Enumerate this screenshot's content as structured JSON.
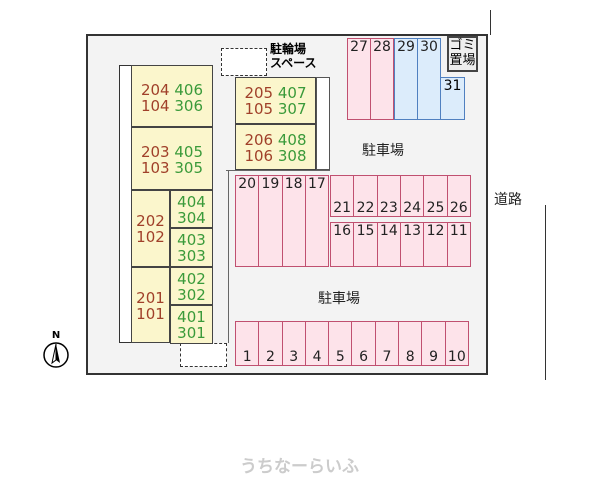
{
  "parking_label": "駐車場",
  "road_label": "道路",
  "bike_label": [
    "駐輪場",
    "スペース"
  ],
  "garbage_label": [
    "ゴミ",
    "置場"
  ],
  "compass": "N",
  "watermark": "うちなーらいふ",
  "units_left": [
    [
      "204",
      "406",
      "104",
      "306"
    ],
    [
      "203",
      "405",
      "103",
      "305"
    ]
  ],
  "unit_202": [
    "202",
    "102"
  ],
  "unit_201": [
    "201",
    "101"
  ],
  "units_small": [
    [
      "404",
      "304"
    ],
    [
      "403",
      "303"
    ],
    [
      "402",
      "302"
    ],
    [
      "401",
      "301"
    ]
  ],
  "units_mid": [
    [
      "205",
      "407",
      "105",
      "307"
    ],
    [
      "206",
      "408",
      "106",
      "308"
    ]
  ],
  "spaces_a": [
    "20",
    "19",
    "18",
    "17"
  ],
  "spaces_b": [
    "21",
    "22",
    "23",
    "24",
    "25",
    "26"
  ],
  "spaces_c": [
    "16",
    "15",
    "14",
    "13",
    "12",
    "11"
  ],
  "spaces_d": [
    "1",
    "2",
    "3",
    "4",
    "5",
    "6",
    "7",
    "8",
    "9",
    "10"
  ],
  "spaces_top_pink": [
    "27",
    "28"
  ],
  "spaces_top_blue": [
    "29",
    "30"
  ],
  "space_31": "31",
  "colors": {
    "pink": "#fde3ea",
    "blue": "#dcecfb",
    "yellow": "#fbf6cc"
  }
}
